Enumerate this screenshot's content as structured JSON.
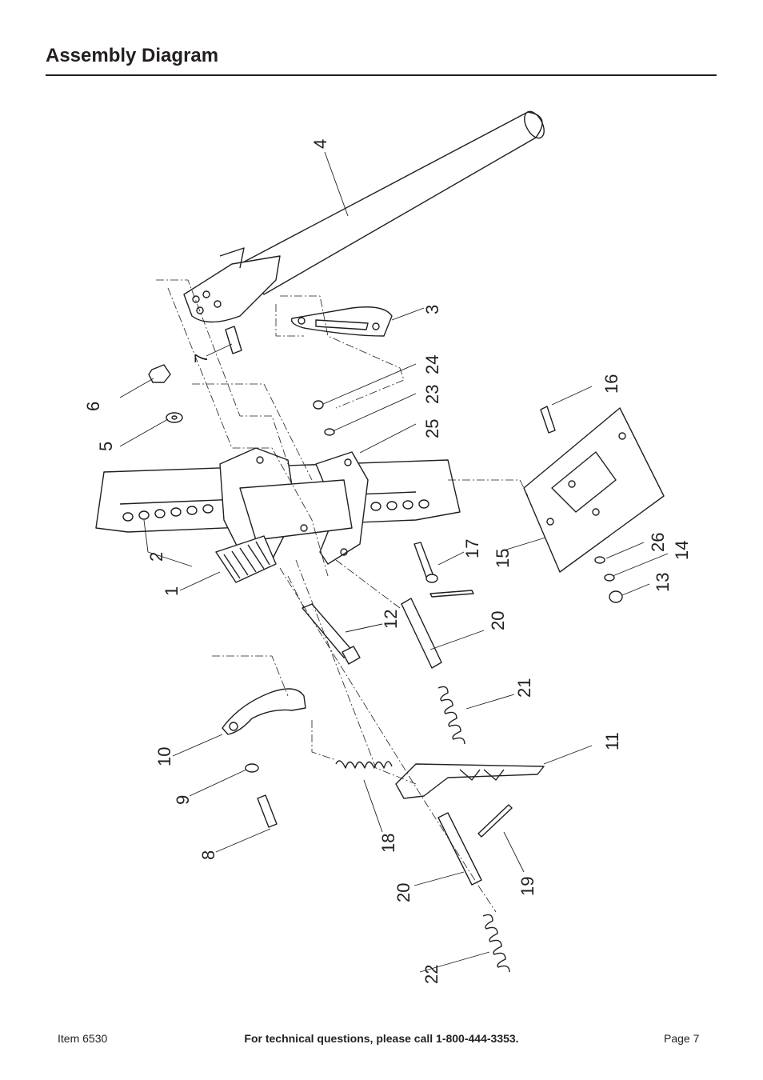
{
  "header": {
    "title": "Assembly Diagram"
  },
  "diagram": {
    "callouts": [
      "1",
      "2",
      "3",
      "4",
      "5",
      "6",
      "7",
      "8",
      "9",
      "10",
      "11",
      "12",
      "13",
      "14",
      "15",
      "16",
      "17",
      "18",
      "19",
      "20",
      "20",
      "21",
      "22",
      "23",
      "24",
      "25",
      "26"
    ]
  },
  "footer": {
    "item": "Item 6530",
    "tech": "For technical questions, please call 1-800-444-3353.",
    "page": "Page 7"
  }
}
